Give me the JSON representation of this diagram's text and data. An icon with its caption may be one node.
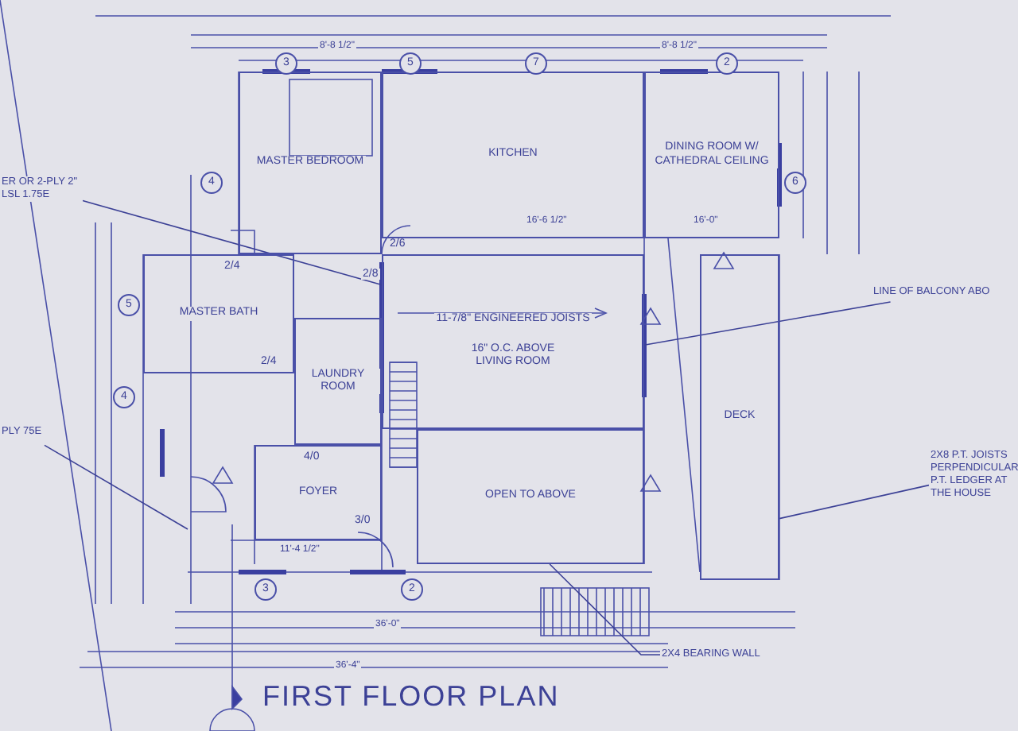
{
  "diagram": {
    "title": "FIRST FLOOR PLAN",
    "nodes": [
      {
        "text": [
          "MASTER BEDROOM"
        ]
      },
      {
        "text": [
          "KITCHEN"
        ]
      },
      {
        "text": [
          "DINING ROOM W/ CATHEDRAL CEILING"
        ]
      },
      {
        "text": [
          "11-7/8\" ENGINEERED JOISTS",
          "16\" O.C. ABOVE",
          "LIVING ROOM"
        ]
      },
      {
        "text": [
          "MASTER BATH"
        ]
      },
      {
        "text": [
          "LAUNDRY ROOM"
        ]
      },
      {
        "text": [
          "FOYER"
        ]
      },
      {
        "text": [
          "OPEN TO ABOVE"
        ]
      },
      {
        "text": [
          "DECK"
        ]
      },
      {
        "text": [
          "ER OR 2-PLY 2\" LSL 1.75E"
        ]
      },
      {
        "text": [
          "PLY 75E"
        ]
      },
      {
        "text": [
          "LINE OF BALCONY ABO"
        ]
      },
      {
        "text": [
          "2X8 P.T. JOISTS PERPENDICULAR P.T. LEDGER AT THE HOUSE"
        ]
      },
      {
        "text": [
          "2X4 BEARING WALL"
        ]
      }
    ],
    "edges": [
      {
        "from": 9,
        "to": 3,
        "arrow": "none"
      },
      {
        "from": 10,
        "to": null,
        "arrow": "none"
      },
      {
        "from": 11,
        "to": 3,
        "arrow": "none"
      },
      {
        "from": 12,
        "to": 8,
        "arrow": "none"
      },
      {
        "from": 13,
        "to": 7,
        "arrow": "none"
      }
    ],
    "labels": [
      "8'-8 1/2\"",
      "8'-8 1/2\"",
      "3",
      "5",
      "7",
      "2",
      "4",
      "6",
      "5",
      "16'-6 1/2\"",
      "16'-0\"",
      "2/4",
      "2/6",
      "2/8",
      "2/4",
      "4",
      "4/0",
      "3/0",
      "11'-4 1/2\"",
      "3",
      "2",
      "36'-0\"",
      "36'-4\""
    ]
  }
}
